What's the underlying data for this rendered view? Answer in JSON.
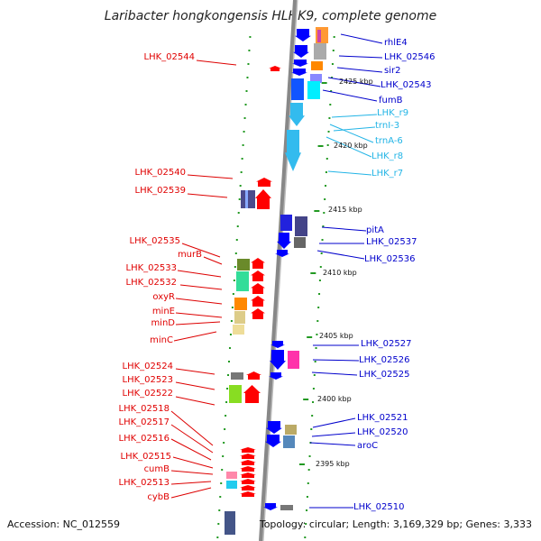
{
  "title": "Laribacter hongkongensis HLHK9, complete genome",
  "footer": {
    "accession": "Accession: NC_012559",
    "topology": "Topology: circular; Length: 3,169,329 bp; Genes: 3,333"
  },
  "colors": {
    "forward": "#ff0000",
    "reverse": "#0000ff",
    "rna": "#33bbee",
    "backbone": "#888888",
    "tick": "#229922"
  },
  "scale": {
    "ticks": [
      "2425 kbp",
      "2420 kbp",
      "2415 kbp",
      "2410 kbp",
      "2405 kbp",
      "2400 kbp",
      "2395 kbp"
    ]
  },
  "genes": {
    "left": [
      "LHK_02544",
      "LHK_02540",
      "LHK_02539",
      "LHK_02535",
      "murB",
      "LHK_02533",
      "LHK_02532",
      "oxyR",
      "minE",
      "minD",
      "minC",
      "LHK_02524",
      "LHK_02523",
      "LHK_02522",
      "LHK_02518",
      "LHK_02517",
      "LHK_02516",
      "LHK_02515",
      "cumB",
      "LHK_02513",
      "cybB"
    ],
    "right": [
      "rhlE4",
      "LHK_02546",
      "sir2",
      "LHK_02543",
      "fumB",
      "pitA",
      "LHK_02537",
      "LHK_02536",
      "LHK_02527",
      "LHK_02526",
      "LHK_02525",
      "LHK_02521",
      "LHK_02520",
      "aroC",
      "LHK_02510"
    ],
    "rna": [
      "LHK_r9",
      "trnI-3",
      "trnA-6",
      "LHK_r8",
      "LHK_r7"
    ]
  }
}
